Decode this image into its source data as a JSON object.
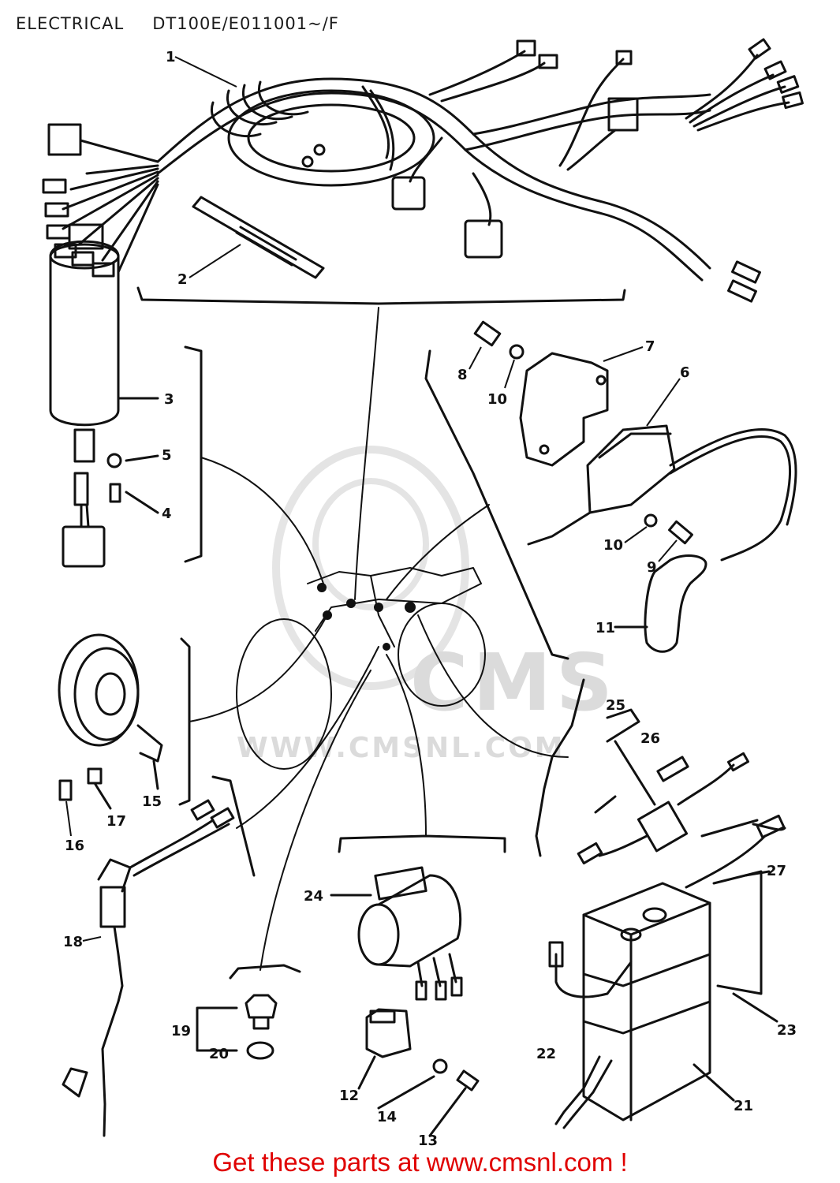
{
  "header": {
    "section": "ELECTRICAL",
    "model": "DT100E/E011001~/F"
  },
  "watermark": {
    "brand": "CMS",
    "url": "WWW.CMSNL.COM"
  },
  "parts": {
    "p1": "1",
    "p2": "2",
    "p3": "3",
    "p4": "4",
    "p5": "5",
    "p6": "6",
    "p7": "7",
    "p8": "8",
    "p9": "9",
    "p10a": "10",
    "p10b": "10",
    "p11": "11",
    "p12": "12",
    "p13": "13",
    "p14": "14",
    "p15": "15",
    "p16": "16",
    "p17": "17",
    "p18": "18",
    "p19": "19",
    "p20": "20",
    "p21": "21",
    "p22": "22",
    "p23": "23",
    "p24": "24",
    "p25": "25",
    "p26": "26",
    "p27": "27"
  },
  "footer": {
    "link_text": "Get these parts at www.cmsnl.com !",
    "color": "#e00000"
  }
}
